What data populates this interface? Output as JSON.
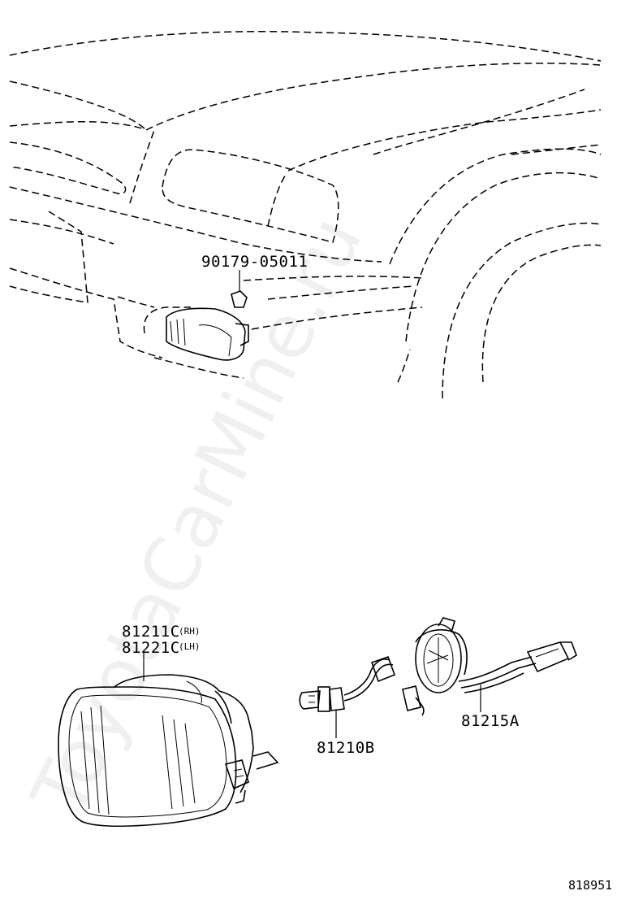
{
  "diagram": {
    "parts": {
      "nut": "90179-05011",
      "fog_lamp_rh": "81211C",
      "fog_lamp_lh": "81221C",
      "rh_marker": "(RH)",
      "lh_marker": "(LH)",
      "bulb": "81210B",
      "socket_wire": "81215A"
    },
    "reference_number": "818951",
    "watermark": "ToyotaCarMine.ru"
  }
}
